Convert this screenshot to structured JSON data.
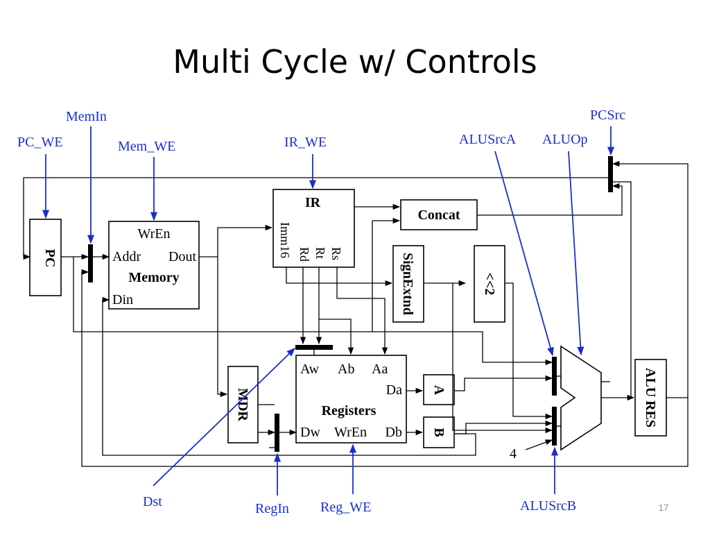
{
  "slide": {
    "title": "Multi Cycle w/ Controls",
    "number": "17"
  },
  "blocks": {
    "pc": "PC",
    "memory": {
      "wren": "WrEn",
      "addr": "Addr",
      "dout": "Dout",
      "name": "Memory",
      "din": "Din"
    },
    "ir": {
      "name": "IR",
      "imm16": "Imm16",
      "rd": "Rd",
      "rt": "Rt",
      "rs": "Rs"
    },
    "concat": "Concat",
    "signextnd": "SignExtnd",
    "shift": "<<2",
    "registers": {
      "aw": "Aw",
      "ab": "Ab",
      "aa": "Aa",
      "da": "Da",
      "name": "Registers",
      "dw": "Dw",
      "wren": "WrEn",
      "db": "Db"
    },
    "mdr": "MDR",
    "a": "A",
    "b": "B",
    "alures": "ALU RES",
    "const4": "4"
  },
  "controls": {
    "memin": "MemIn",
    "pc_we": "PC_WE",
    "mem_we": "Mem_WE",
    "ir_we": "IR_WE",
    "pcsrc": "PCSrc",
    "alusrca": "ALUSrcA",
    "aluop": "ALUOp",
    "dst": "Dst",
    "regin": "RegIn",
    "reg_we": "Reg_WE",
    "alusrcb": "ALUSrcB"
  },
  "colors": {
    "control": "#1a2ecc",
    "wire": "#000000"
  }
}
